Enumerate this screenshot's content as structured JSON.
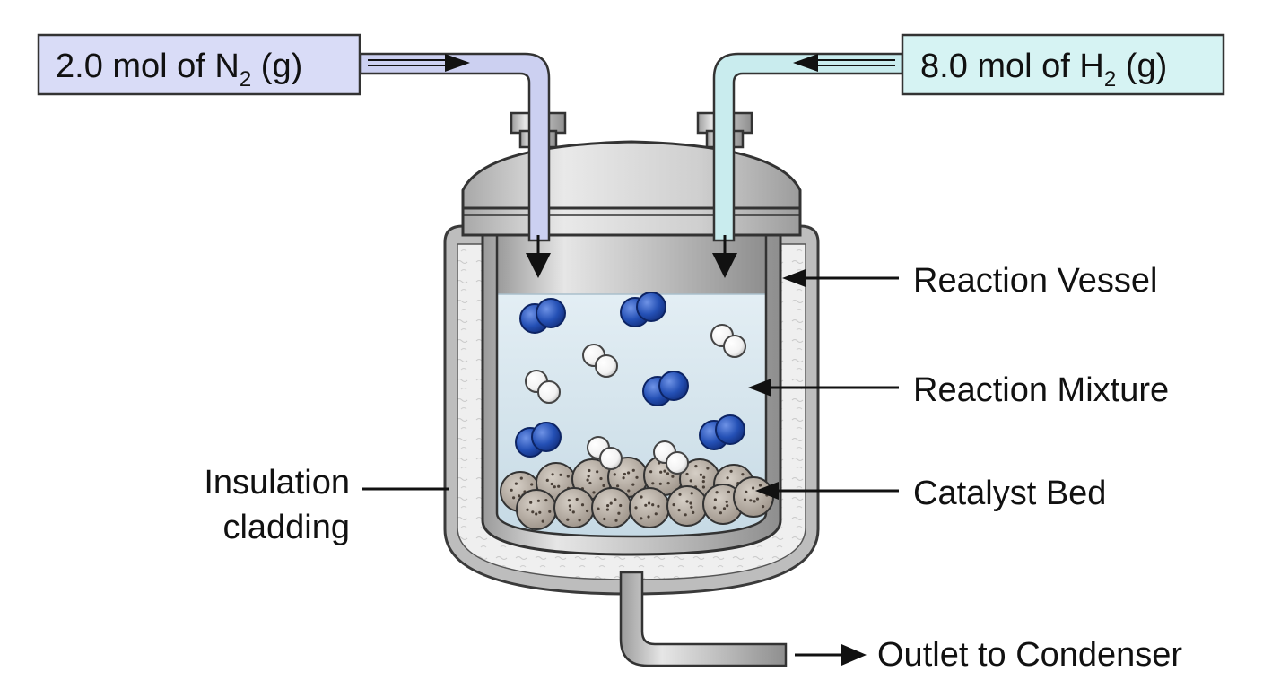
{
  "inputs": {
    "n2": {
      "text": "2.0 mol of N",
      "subscript": "2",
      "suffix": " (g)",
      "color": "#d9dcf7"
    },
    "h2": {
      "text": "8.0 mol of H",
      "subscript": "2",
      "suffix": " (g)",
      "color": "#d6f3f3"
    }
  },
  "labels": {
    "reaction_vessel": "Reaction Vessel",
    "reaction_mixture": "Reaction Mixture",
    "catalyst_bed": "Catalyst Bed",
    "insulation_line1": "Insulation",
    "insulation_line2": "cladding",
    "outlet": "Outlet to Condenser"
  },
  "colors": {
    "nitrogen_atom": "#2450b5",
    "hydrogen_atom": "#ffffff",
    "mixture": "#cfe0ea",
    "steel": "#c9c9c9",
    "insulation": "#ececec"
  }
}
